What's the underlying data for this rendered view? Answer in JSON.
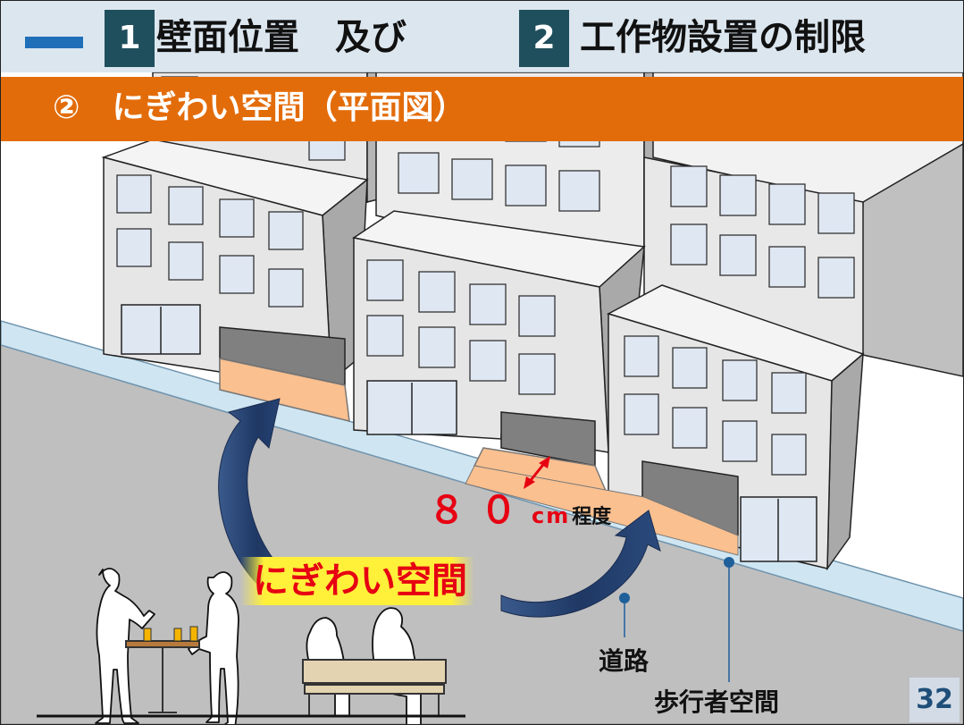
{
  "header": {
    "num1": "1",
    "title1": "壁面位置　及び",
    "num2": "2",
    "title2": "工作物設置の制限"
  },
  "subtitle": "②　にぎわい空間（平面図）",
  "labels": {
    "nigiwai": "にぎわい空間",
    "distance_value": "８０",
    "distance_unit": "cm",
    "distance_suffix": "程度",
    "road": "道路",
    "walkway": "歩行者空間"
  },
  "page_number": "32",
  "colors": {
    "accent_navy": "#1f4e5c",
    "title_dash": "#1f6fb8",
    "subtitle_orange": "#e36c0a",
    "label_red": "#e60012",
    "highlight_yellow": "#fff03a",
    "sidewalk_blue": "#cfe6f2",
    "road_gray": "#bfbfbf",
    "frontage_orange": "#fac090",
    "arrow_navy": "#1f3864"
  }
}
